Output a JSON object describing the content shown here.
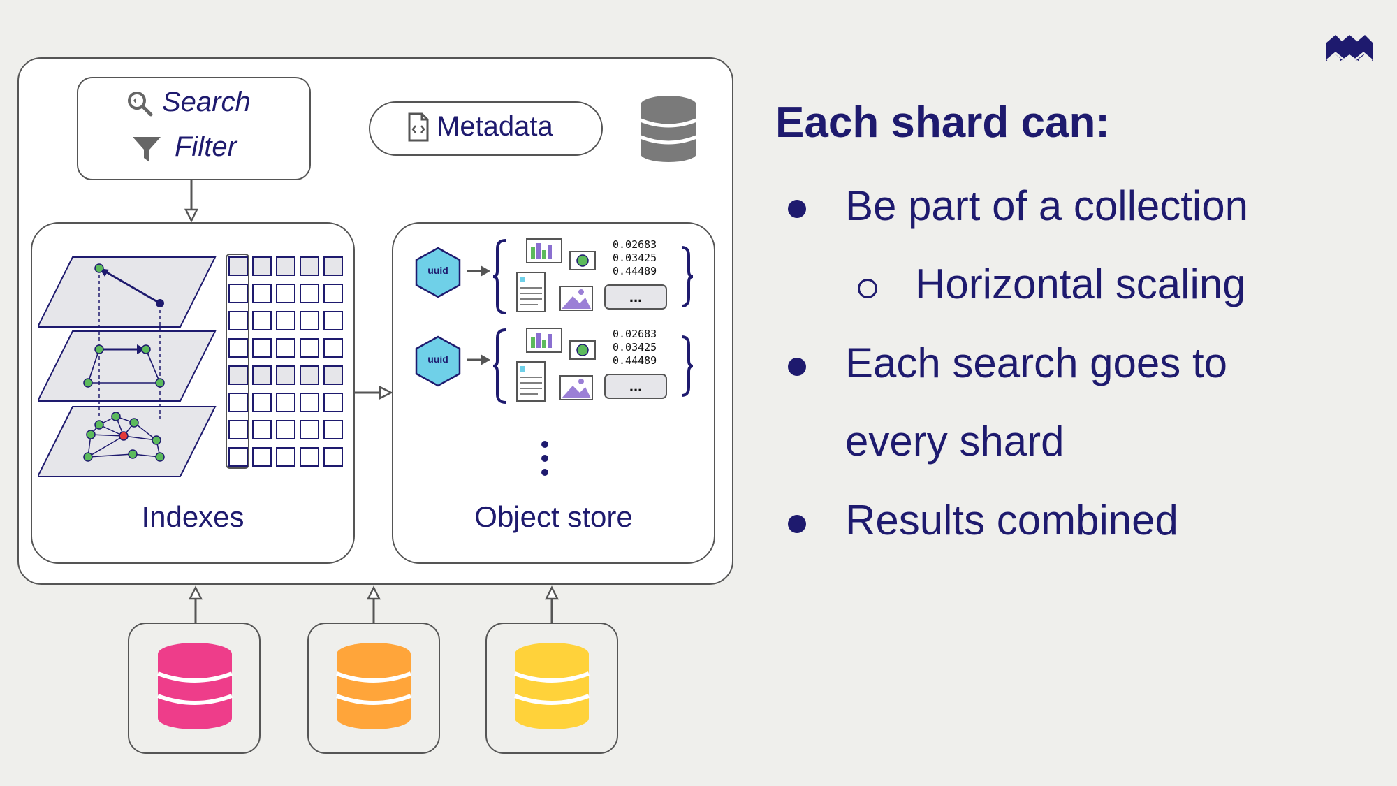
{
  "diagram": {
    "search_label": "Search",
    "filter_label": "Filter",
    "metadata_label": "Metadata",
    "indexes_label": "Indexes",
    "object_store_label": "Object store",
    "uuid_label": "uuid",
    "vector_values": [
      "0.02683",
      "0.03425",
      "0.44489"
    ],
    "ellipsis_label": "...",
    "icons": [
      "search-icon",
      "filter-icon",
      "code-file-icon",
      "database-icon"
    ],
    "database_colors": [
      "#ee3d8a",
      "#ffa53a",
      "#ffd23a"
    ]
  },
  "slide": {
    "heading": "Each shard can:",
    "bullets": [
      {
        "text": "Be part of a collection",
        "level": 1
      },
      {
        "text": "Horizontal scaling",
        "level": 2
      },
      {
        "text": "Each search goes to",
        "level": 1
      },
      {
        "text": "every shard",
        "level": 1
      },
      {
        "text": "Results combined",
        "level": 1
      }
    ],
    "logo": "weaviate-logo"
  },
  "colors": {
    "text": "#1e1a6e",
    "background": "#efefec",
    "border": "#555555"
  }
}
